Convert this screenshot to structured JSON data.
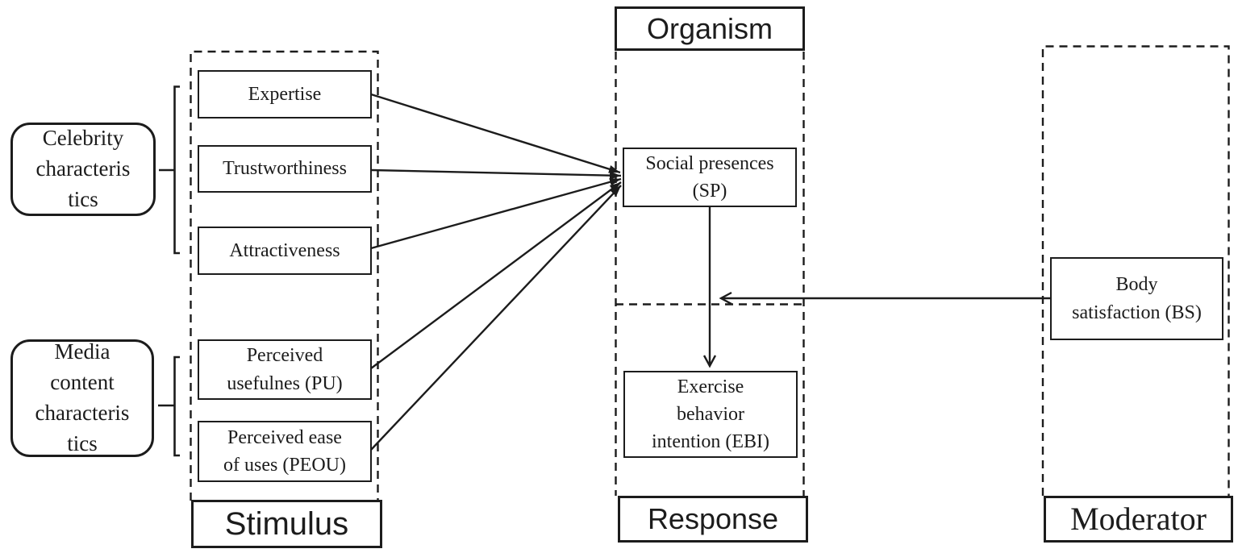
{
  "colors": {
    "ink": "#1c1c1c",
    "background": "#ffffff"
  },
  "sections": {
    "stimulus": "Stimulus",
    "organism": "Organism",
    "response": "Response",
    "moderator": "Moderator"
  },
  "groups": {
    "celebrity": {
      "label": "Celebrity\ncharacteris\ntics",
      "members": [
        "Expertise",
        "Trustworthiness",
        "Attractiveness"
      ]
    },
    "media": {
      "label": "Media\ncontent\ncharacteris\ntics",
      "members": [
        "Perceived usefulnes (PU)",
        "Perceived ease of uses (PEOU)"
      ]
    }
  },
  "constructs": {
    "expertise": {
      "label": "Expertise"
    },
    "trustworthiness": {
      "label": "Trustworthiness"
    },
    "attractiveness": {
      "label": "Attractiveness"
    },
    "perceived_usefulness": {
      "label": "Perceived\nusefulnes (PU)"
    },
    "perceived_ease_of_use": {
      "label": "Perceived ease\nof uses (PEOU)"
    },
    "social_presence": {
      "label": "Social presences\n(SP)"
    },
    "exercise_behavior_intention": {
      "label": "Exercise\nbehavior\nintention (EBI)"
    },
    "body_satisfaction": {
      "label": "Body\nsatisfaction (BS)"
    }
  },
  "relationships": [
    {
      "from": "Expertise",
      "to": "Social presences (SP)",
      "type": "direct"
    },
    {
      "from": "Trustworthiness",
      "to": "Social presences (SP)",
      "type": "direct"
    },
    {
      "from": "Attractiveness",
      "to": "Social presences (SP)",
      "type": "direct"
    },
    {
      "from": "Perceived usefulnes (PU)",
      "to": "Social presences (SP)",
      "type": "direct"
    },
    {
      "from": "Perceived ease of uses (PEOU)",
      "to": "Social presences (SP)",
      "type": "direct"
    },
    {
      "from": "Social presences (SP)",
      "to": "Exercise behavior intention (EBI)",
      "type": "direct"
    },
    {
      "from": "Body satisfaction (BS)",
      "to": "SP → EBI path",
      "type": "moderation"
    }
  ]
}
